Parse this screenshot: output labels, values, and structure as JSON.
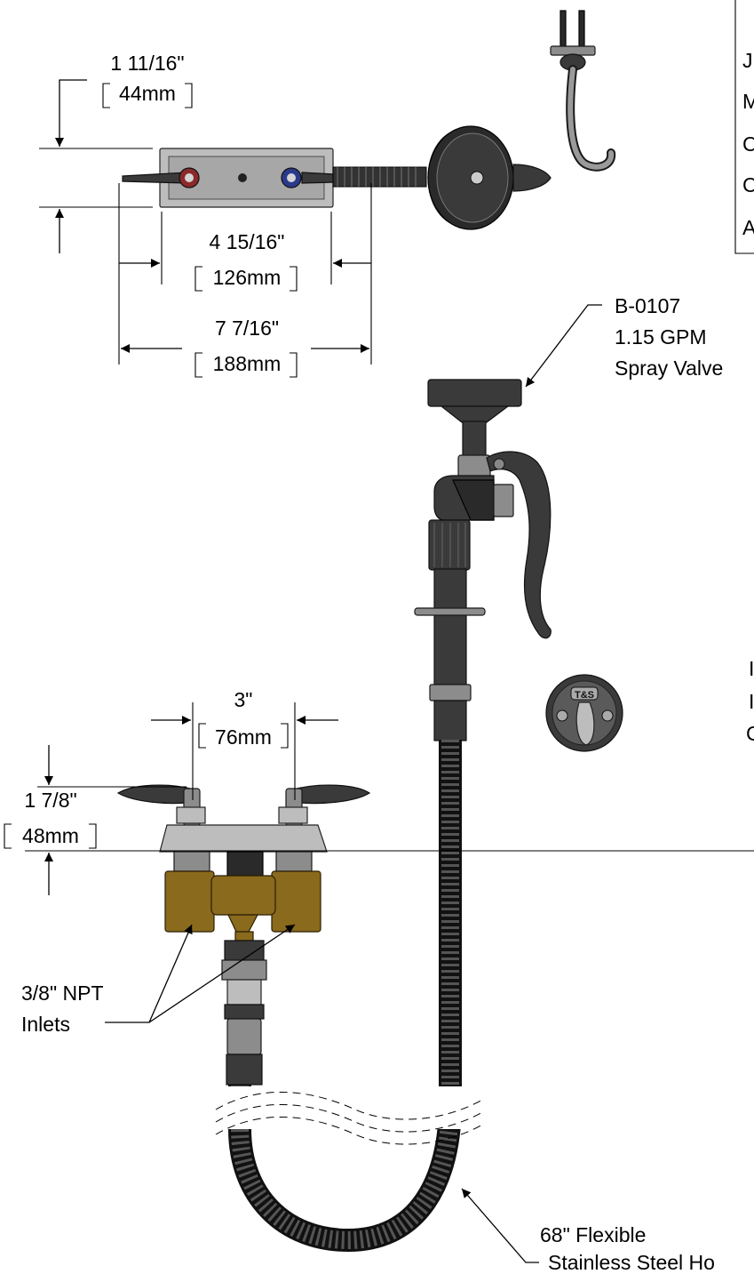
{
  "dimensions": {
    "top_height": {
      "imperial": "1 11/16\"",
      "metric": "44mm"
    },
    "top_center": {
      "imperial": "4 15/16\"",
      "metric": "126mm"
    },
    "top_overall": {
      "imperial": "7 7/16\"",
      "metric": "188mm"
    },
    "front_center": {
      "imperial": "3\"",
      "metric": "76mm"
    },
    "front_height": {
      "imperial": "1 7/8\"",
      "metric": "48mm"
    }
  },
  "callouts": {
    "spray_valve": {
      "line1": "B-0107",
      "line2": "1.15 GPM",
      "line3": "Spray Valve"
    },
    "inlets": {
      "line1": "3/8\" NPT",
      "line2": "Inlets"
    },
    "hose": {
      "line1": "68\" Flexible",
      "line2": "Stainless Steel Ho"
    }
  },
  "table_letters": [
    "J",
    "M",
    "C",
    "C",
    "A"
  ],
  "partial_labels": [
    "I",
    "I",
    "C"
  ],
  "markings": {
    "hook_plate": "T&S"
  },
  "colors": {
    "line": "#000000",
    "metal": "#8c8c8c",
    "dark_part": "#3a3a3a",
    "brass": "#8a6a1c",
    "background": "#ffffff"
  }
}
